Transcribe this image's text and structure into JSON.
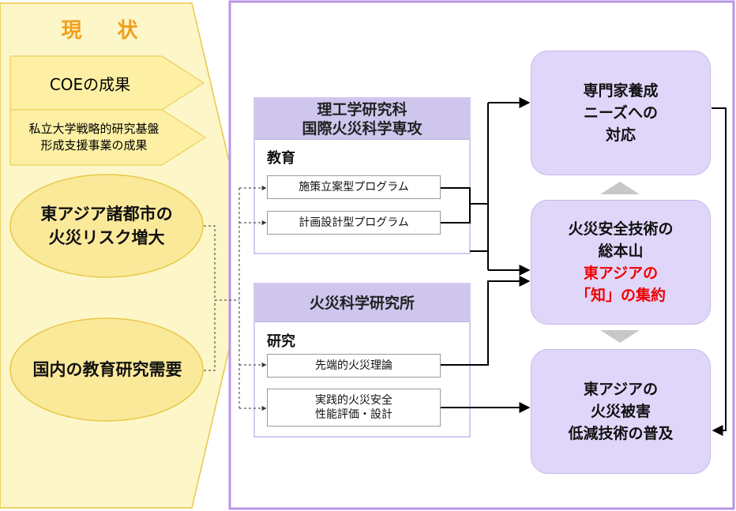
{
  "status": {
    "title": "現 状",
    "arrows": [
      "COEの成果",
      "私立大学戦略的研究基盤\n形成支援事業の成果"
    ],
    "ellipses": [
      "東アジア諸都市の\n火災リスク増大",
      "国内の教育研究需要"
    ]
  },
  "school": {
    "title": "理工学研究科\n国際火災科学専攻",
    "section": "教育",
    "items": [
      "施策立案型プログラム",
      "計画設計型プログラム"
    ]
  },
  "institute": {
    "title": "火災科学研究所",
    "section": "研究",
    "items": [
      "先端的火災理論",
      "実践的火災安全\n性能評価・設計"
    ]
  },
  "outcomes": {
    "top": "専門家養成\nニーズへの\n対応",
    "center_black": "火災安全技術の\n総本山",
    "center_red": "東アジアの\n「知」の集約",
    "bottom": "東アジアの\n火災被害\n低減技術の普及"
  },
  "colors": {
    "status_fill": "#fdf6c8",
    "status_border": "#e8c848",
    "accent_orange": "#f0a020",
    "frame_border": "#b894e6",
    "box_fill": "#e0d6fa",
    "header_fill": "#cfc6ee",
    "red_text": "#ee0000",
    "triangle": "#c8c8c8"
  }
}
